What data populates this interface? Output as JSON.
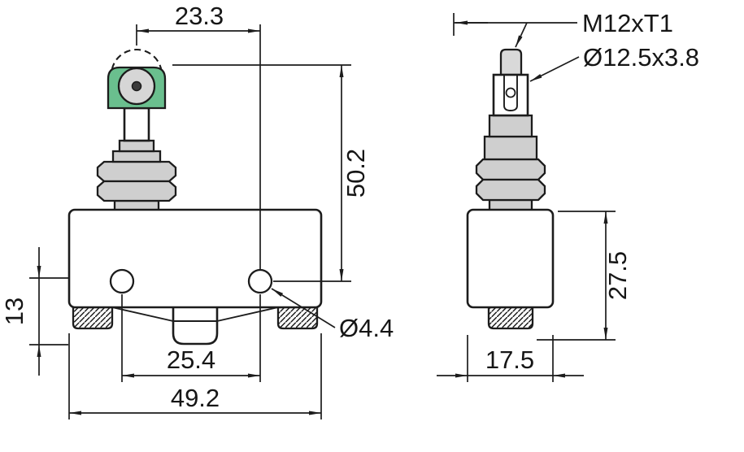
{
  "front_view": {
    "dim_plunger_to_hole": "23.3",
    "dim_top_to_hole": "50.2",
    "dim_hole_to_base": "13",
    "dim_hole_spacing": "25.4",
    "dim_total_width": "49.2",
    "dim_hole_diameter": "Ø4.4"
  },
  "side_view": {
    "label_thread": "M12xT1",
    "label_roller": "Ø12.5x3.8",
    "dim_body_height": "27.5",
    "dim_body_width": "17.5"
  },
  "colors": {
    "line": "#1c1c1c",
    "roller_yoke": "#6abf8e",
    "roller": "#d6d6d6",
    "metal": "#cfcfcf",
    "background": "#ffffff"
  }
}
